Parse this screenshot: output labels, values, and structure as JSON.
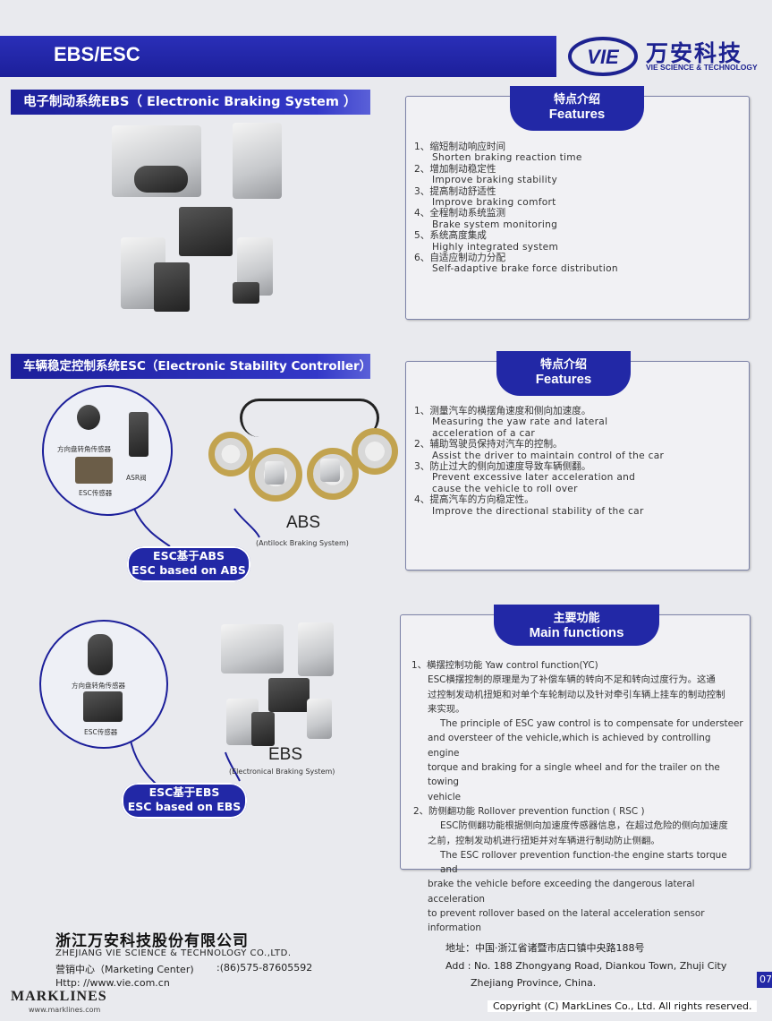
{
  "header": {
    "title": "EBS/ESC",
    "logo_mark": "VIE",
    "company_cn": "万安科技",
    "company_en": "VIE SCIENCE & TECHNOLOGY"
  },
  "ebs_section": {
    "title": "电子制动系统EBS（ Electronic Braking System ）",
    "features_cn": "特点介绍",
    "features_en": "Features",
    "features": [
      {
        "cn": "1、缩短制动响应时间",
        "en": "Shorten braking reaction time"
      },
      {
        "cn": "2、增加制动稳定性",
        "en": "Improve braking stability"
      },
      {
        "cn": "3、提高制动舒适性",
        "en": "Improve braking comfort"
      },
      {
        "cn": "4、全程制动系统监测",
        "en": "Brake system monitoring"
      },
      {
        "cn": "5、系统高度集成",
        "en": "Highly integrated system"
      },
      {
        "cn": "6、自适应制动力分配",
        "en": "Self-adaptive brake force distribution"
      }
    ]
  },
  "esc_section": {
    "title": "车辆稳定控制系统ESC（Electronic Stability Controller）",
    "features_cn": "特点介绍",
    "features_en": "Features",
    "features": [
      {
        "cn": "1、测量汽车的横摆角速度和侧向加速度。",
        "en": [
          "Measuring the yaw rate and lateral",
          "acceleration of a car"
        ]
      },
      {
        "cn": "2、辅助驾驶员保持对汽车的控制。",
        "en": [
          "Assist the driver to maintain control of the car"
        ]
      },
      {
        "cn": "3、防止过大的侧向加速度导致车辆侧翻。",
        "en": [
          "Prevent excessive later acceleration and",
          "cause the vehicle to roll over"
        ]
      },
      {
        "cn": "4、提高汽车的方向稳定性。",
        "en": [
          "Improve the directional stability of the car"
        ]
      }
    ],
    "abs_diagram": {
      "labels": {
        "steering": "方向盘转角传感器",
        "asr": "ASR阀",
        "esc_sensor": "ESC传感器"
      },
      "abs_title": "ABS",
      "abs_sub": "(Antilock Braking System)",
      "pill_cn": "ESC基于ABS",
      "pill_en": "ESC based on ABS"
    },
    "ebs_diagram": {
      "labels": {
        "steering": "方向盘转角传感器",
        "esc_sensor": "ESC传感器"
      },
      "ebs_title": "EBS",
      "ebs_sub": "(Electronical Braking System)",
      "pill_cn": "ESC基于EBS",
      "pill_en": "ESC based on EBS"
    }
  },
  "main_functions": {
    "title_cn": "主要功能",
    "title_en": "Main functions",
    "lines": [
      "1、横摆控制功能  Yaw control function(YC)",
      "ESC横摆控制的原理是为了补偿车辆的转向不足和转向过度行为。这通",
      "过控制发动机扭矩和对单个车轮制动以及针对牵引车辆上挂车的制动控制",
      "来实现。",
      "The principle of ESC yaw control is to compensate for understeer",
      "and oversteer of the vehicle,which is achieved by controlling engine",
      "torque and braking for a single wheel and for the trailer on the towing",
      "vehicle",
      "2、防侧翻功能  Rollover prevention function ( RSC )",
      "ESC防侧翻功能根据侧向加速度传感器信息，在超过危险的侧向加速度",
      "之前，控制发动机进行扭矩并对车辆进行制动防止侧翻。",
      "The ESC rollover prevention function-the engine starts torque and",
      "brake the vehicle before exceeding the dangerous lateral acceleration",
      "to prevent rollover based on the lateral acceleration sensor information"
    ]
  },
  "footer": {
    "company_cn": "浙江万安科技股份有限公司",
    "company_en": "ZHEJIANG VIE SCIENCE & TECHNOLOGY CO.,LTD.",
    "marketing": "营销中心（Marketing Center)",
    "phone": ":(86)575-87605592",
    "http": "Http: //www.vie.com.cn",
    "address_cn": "地址：中国·浙江省诸暨市店口镇中央路188号",
    "address_en_1": "Add : No. 188 Zhongyang Road, Diankou Town, Zhuji City",
    "address_en_2": "Zhejiang Province, China.",
    "page_num": "07"
  },
  "watermark": {
    "brand": "MARKLINES",
    "url": "www.marklines.com",
    "copyright": "Copyright (C) MarkLines Co., Ltd. All rights reserved."
  }
}
